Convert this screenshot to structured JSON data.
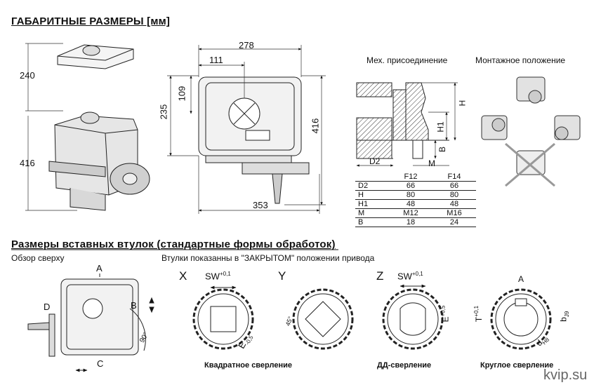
{
  "headings": {
    "overall": "ГАБАРИТНЫЕ РАЗМЕРЫ [мм]",
    "bushings": "Размеры вставных втулок (стандартные формы обработок)"
  },
  "side_view": {
    "height_top": "240",
    "height_total": "416"
  },
  "front_view": {
    "width": "278",
    "offset": "111",
    "h109": "109",
    "h235": "235",
    "h416": "416",
    "w353": "353"
  },
  "mech": {
    "title": "Мех. присоединение",
    "labels": {
      "H": "H",
      "H1": "H1",
      "B": "B",
      "D2": "D2",
      "M": "M"
    }
  },
  "mount": {
    "title": "Монтажное положение"
  },
  "spec_table": {
    "headers": [
      "",
      "F12",
      "F14"
    ],
    "rows": [
      [
        "D2",
        "66",
        "66"
      ],
      [
        "H",
        "80",
        "80"
      ],
      [
        "H1",
        "48",
        "48"
      ],
      [
        "M",
        "M12",
        "M16"
      ],
      [
        "B",
        "18",
        "24"
      ]
    ]
  },
  "top_view": {
    "caption": "Обзор сверху",
    "letters": {
      "A": "A",
      "B": "B",
      "C": "C",
      "D": "D"
    },
    "angle": "90°"
  },
  "bushings_note": "Втулки показанны в \"ЗАКРЫТОМ\" положении привода",
  "bushings": {
    "X": {
      "letter": "X",
      "sw": "SW",
      "tol": "+0,1",
      "e": "E",
      "etol": "-0,5"
    },
    "Y": {
      "letter": "Y",
      "angle": "45°"
    },
    "Z": {
      "letter": "Z",
      "sw": "SW",
      "tol": "+0,1",
      "e": "E",
      "etol": "+0,5"
    },
    "R": {
      "A": "A",
      "T": "T",
      "ttol": "+0,1",
      "b": "b",
      "btol": "J9",
      "d": "d",
      "dtol": "H8"
    },
    "captions": {
      "square": "Квадратное сверление",
      "dd": "ДД-сверление",
      "round": "Круглое сверление"
    }
  },
  "watermark": "kvip.su"
}
